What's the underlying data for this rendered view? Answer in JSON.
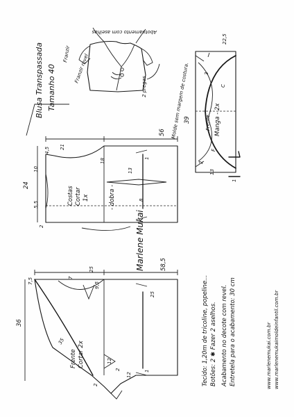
{
  "title_block": {
    "title": "Blusa Transpassada",
    "size": "Tamanho 40"
  },
  "illustration_labels": {
    "fechamento": "Abotoamento com aselhas",
    "revel": "Franzir revel",
    "franzir": "Franzir",
    "pregas": "2 pregas",
    "franzir_manga": "Franzir"
  },
  "costas": {
    "label_line1": "Costas",
    "label_line2": "Cortar",
    "label_line3": "1x",
    "fold": "- dobra -",
    "dims": {
      "width": "56",
      "d1": "18",
      "d2": "21",
      "d3": "4,5",
      "d4": "10",
      "d5": "24",
      "d6": "5,5",
      "d7": "2",
      "d8": "13",
      "d9": "8",
      "d10": "1"
    }
  },
  "frente": {
    "label_line1": "Frente",
    "label_line2": "Cortar 2x",
    "dims": {
      "width": "58,5",
      "d1": "25",
      "d2": "7,5",
      "d3": "7",
      "d4": "9,5",
      "d5": "36",
      "d6": "35",
      "d7": "25",
      "d8": "12",
      "d9": "2",
      "d10": "2",
      "d11": "1",
      "d12": "12"
    }
  },
  "manga": {
    "label": "Manga - 2x",
    "note": "Molde sem margem de costura.",
    "dims": {
      "width": "39",
      "top": "22,5",
      "frente": "Frente",
      "costas": "C",
      "f": "F",
      "d1": "3",
      "d2": "2",
      "d3": "13",
      "d4": "1"
    }
  },
  "materials": {
    "line1": "Tecido: 1,20m de tricoline, popeline...",
    "line2": "Botões: 2   ✱ Fazer 2 aselhos.",
    "line3": "Acabamento no decote com revel.",
    "line4": "Entretela para o acabamento: 30 cm"
  },
  "site": {
    "url1": "www.marlenemukai.com.br",
    "url2": "www.marlenemukaimoldeinfantil.com.br"
  },
  "signature": "Marlene Mukai"
}
